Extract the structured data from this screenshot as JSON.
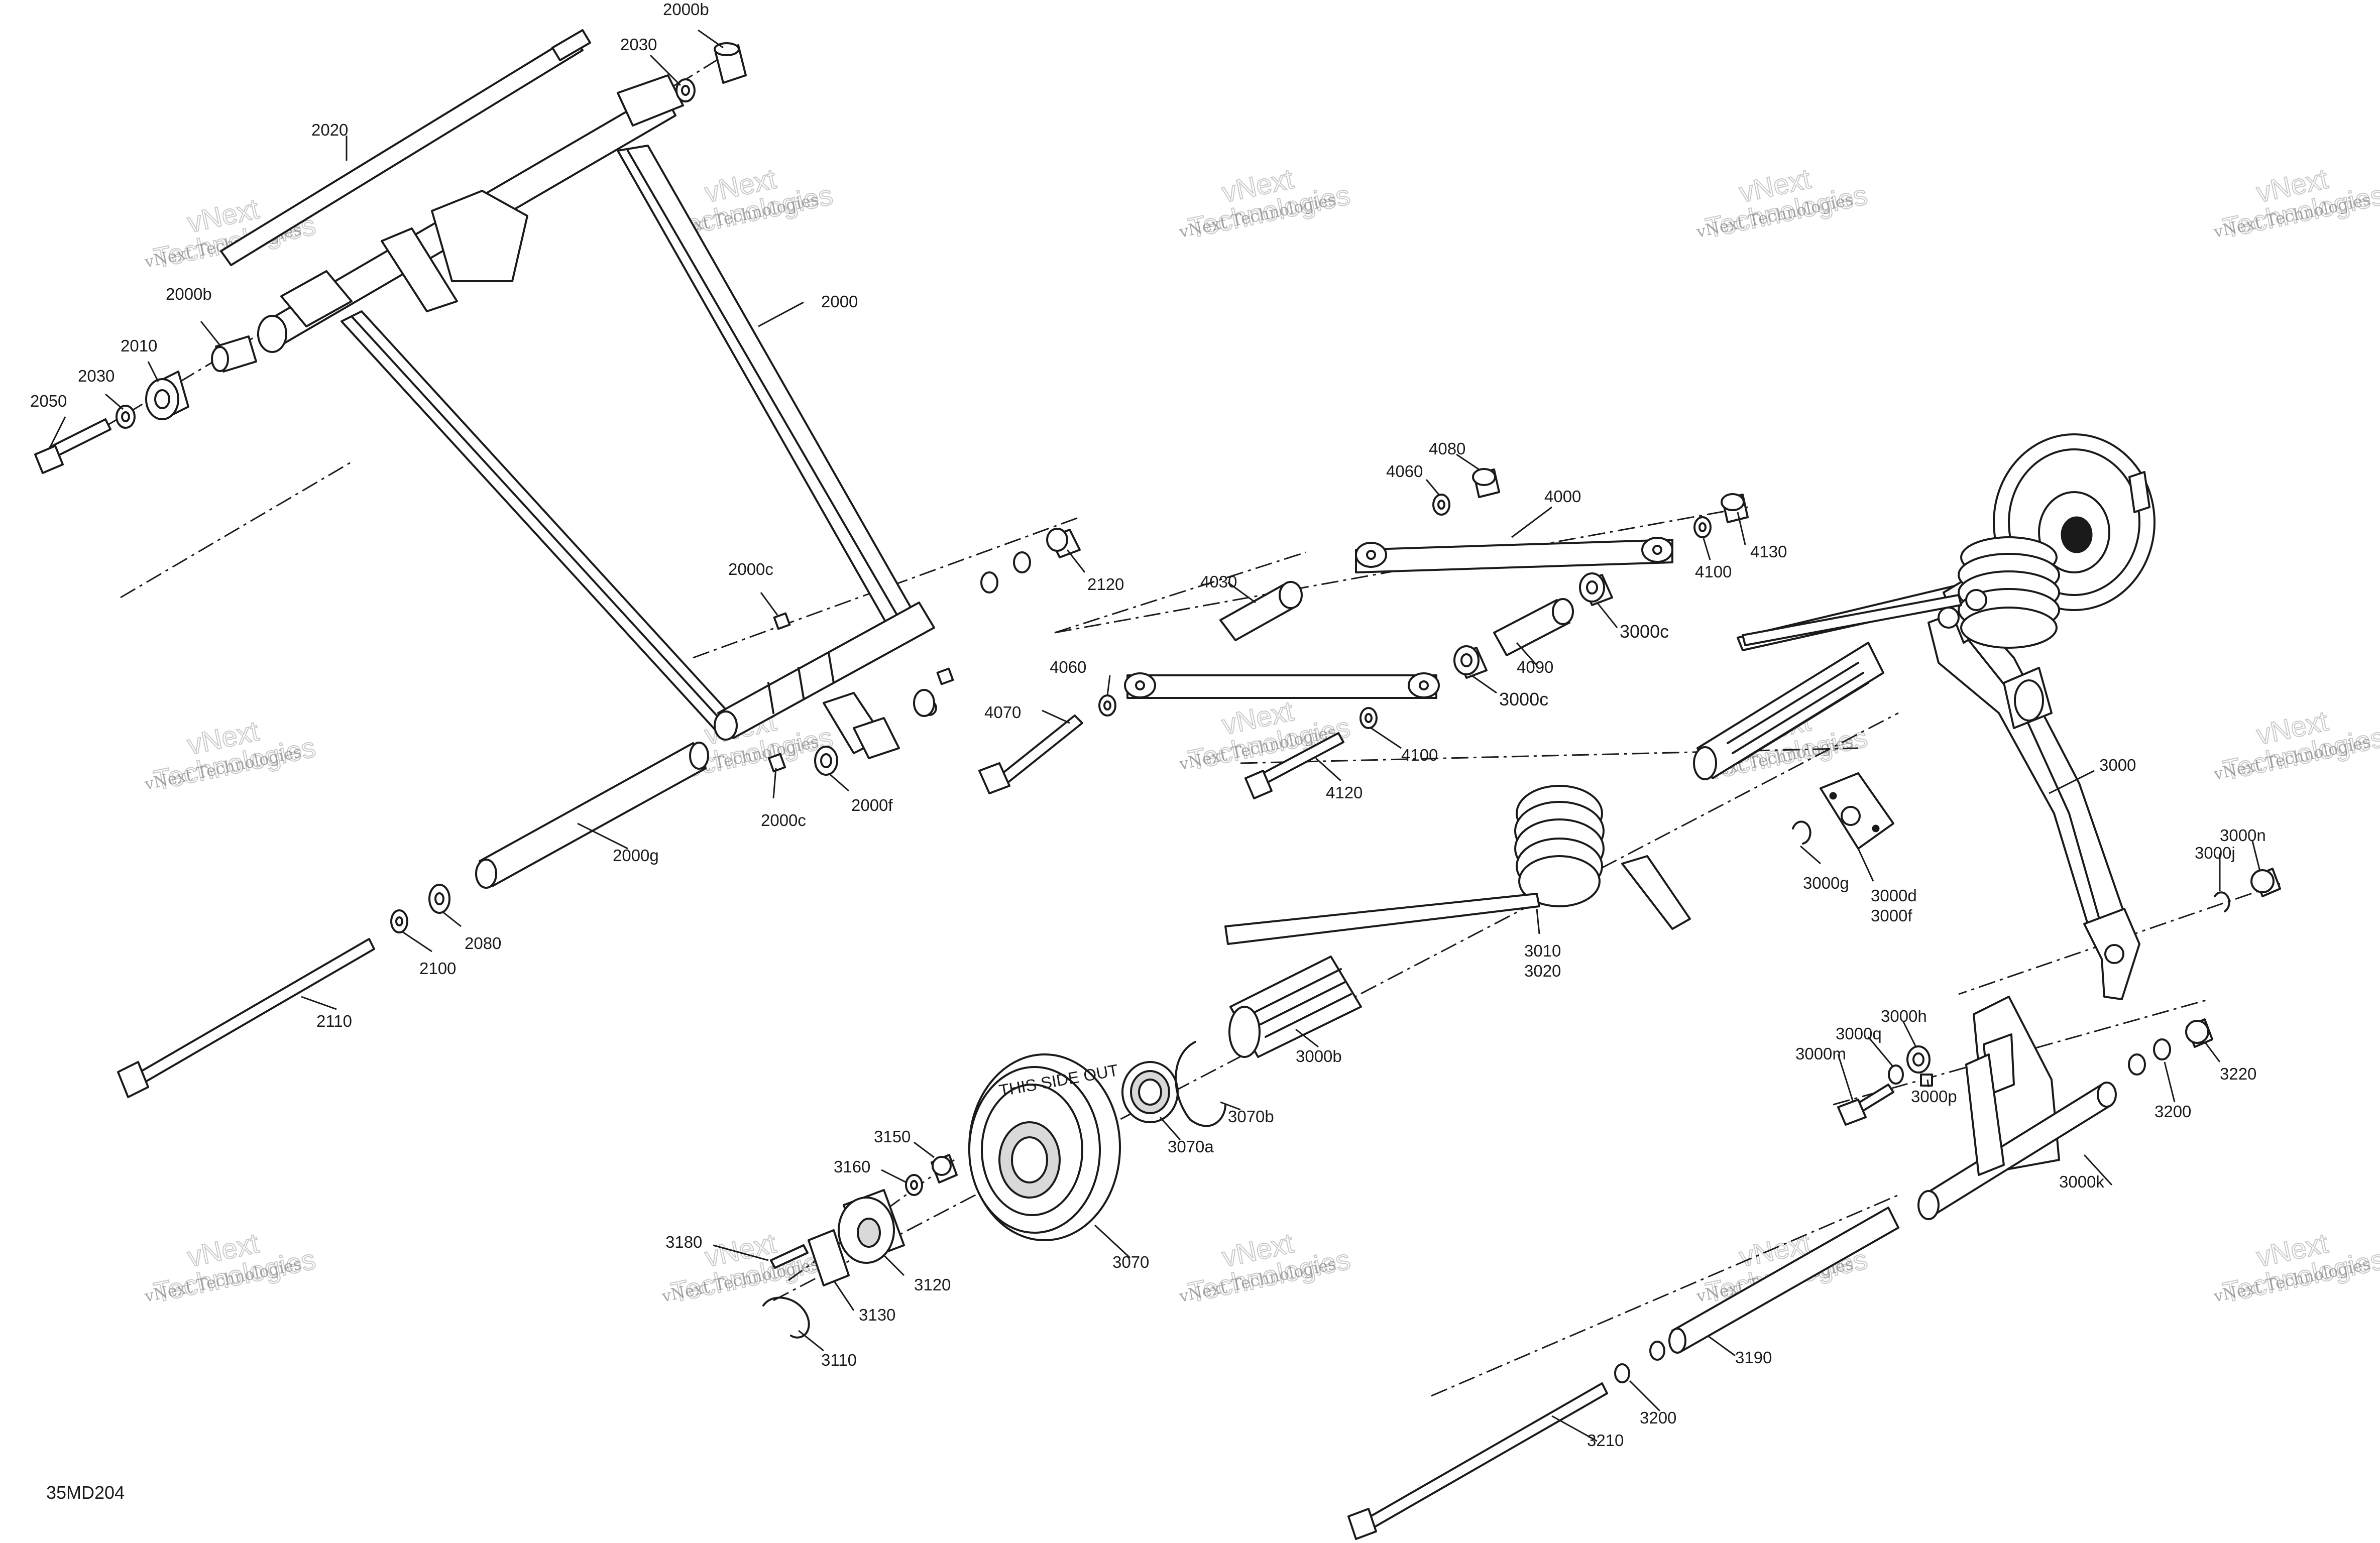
{
  "diagram_reference": "35MD204",
  "watermark": {
    "brand_line": "vNext Technologies",
    "big_line_1": "vNext",
    "big_line_2": "Technologies"
  },
  "callouts": {
    "p2000": "2000",
    "p2000b_top": "2000b",
    "p2000b_left": "2000b",
    "p2000c_upper": "2000c",
    "p2000c_lower": "2000c",
    "p2000f": "2000f",
    "p2000g": "2000g",
    "p2010": "2010",
    "p2020": "2020",
    "p2030_top": "2030",
    "p2030_left": "2030",
    "p2050": "2050",
    "p2080": "2080",
    "p2100": "2100",
    "p2110": "2110",
    "p2120": "2120",
    "p3000": "3000",
    "p3000b": "3000b",
    "p3000c_upper": "3000c",
    "p3000c_lower": "3000c",
    "p3000d": "3000d",
    "p3000f": "3000f",
    "p3000g": "3000g",
    "p3000h": "3000h",
    "p3000j": "3000j",
    "p3000k": "3000k",
    "p3000m": "3000m",
    "p3000n": "3000n",
    "p3000p": "3000p",
    "p3000q": "3000q",
    "p3010": "3010",
    "p3020": "3020",
    "p3070": "3070",
    "p3070a": "3070a",
    "p3070b": "3070b",
    "p3110": "3110",
    "p3120": "3120",
    "p3130": "3130",
    "p3150": "3150",
    "p3160": "3160",
    "p3180": "3180",
    "p3190": "3190",
    "p3200_right": "3200",
    "p3200_bottom": "3200",
    "p3210": "3210",
    "p3220": "3220",
    "p4000": "4000",
    "p4030": "4030",
    "p4060_top": "4060",
    "p4060_mid": "4060",
    "p4070": "4070",
    "p4080": "4080",
    "p4090": "4090",
    "p4100_right": "4100",
    "p4100_mid": "4100",
    "p4120": "4120",
    "p4130": "4130"
  },
  "wheel_text": "THIS SIDE OUT"
}
